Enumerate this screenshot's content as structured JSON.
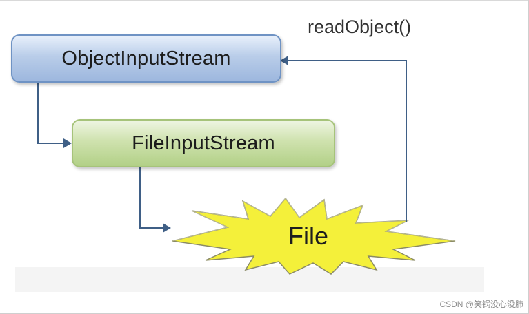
{
  "diagram": {
    "nodes": {
      "object_input_stream": "ObjectInputStream",
      "file_input_stream": "FileInputStream",
      "file": "File"
    },
    "edges": {
      "read_object_label": "readObject()"
    }
  },
  "watermark": "CSDN @笑锅没心没肺",
  "colors": {
    "object_box_border": "#6f93c4",
    "file_box_border": "#a6c37a",
    "connector": "#3f5f86",
    "starburst_fill": "#f4f03a"
  }
}
